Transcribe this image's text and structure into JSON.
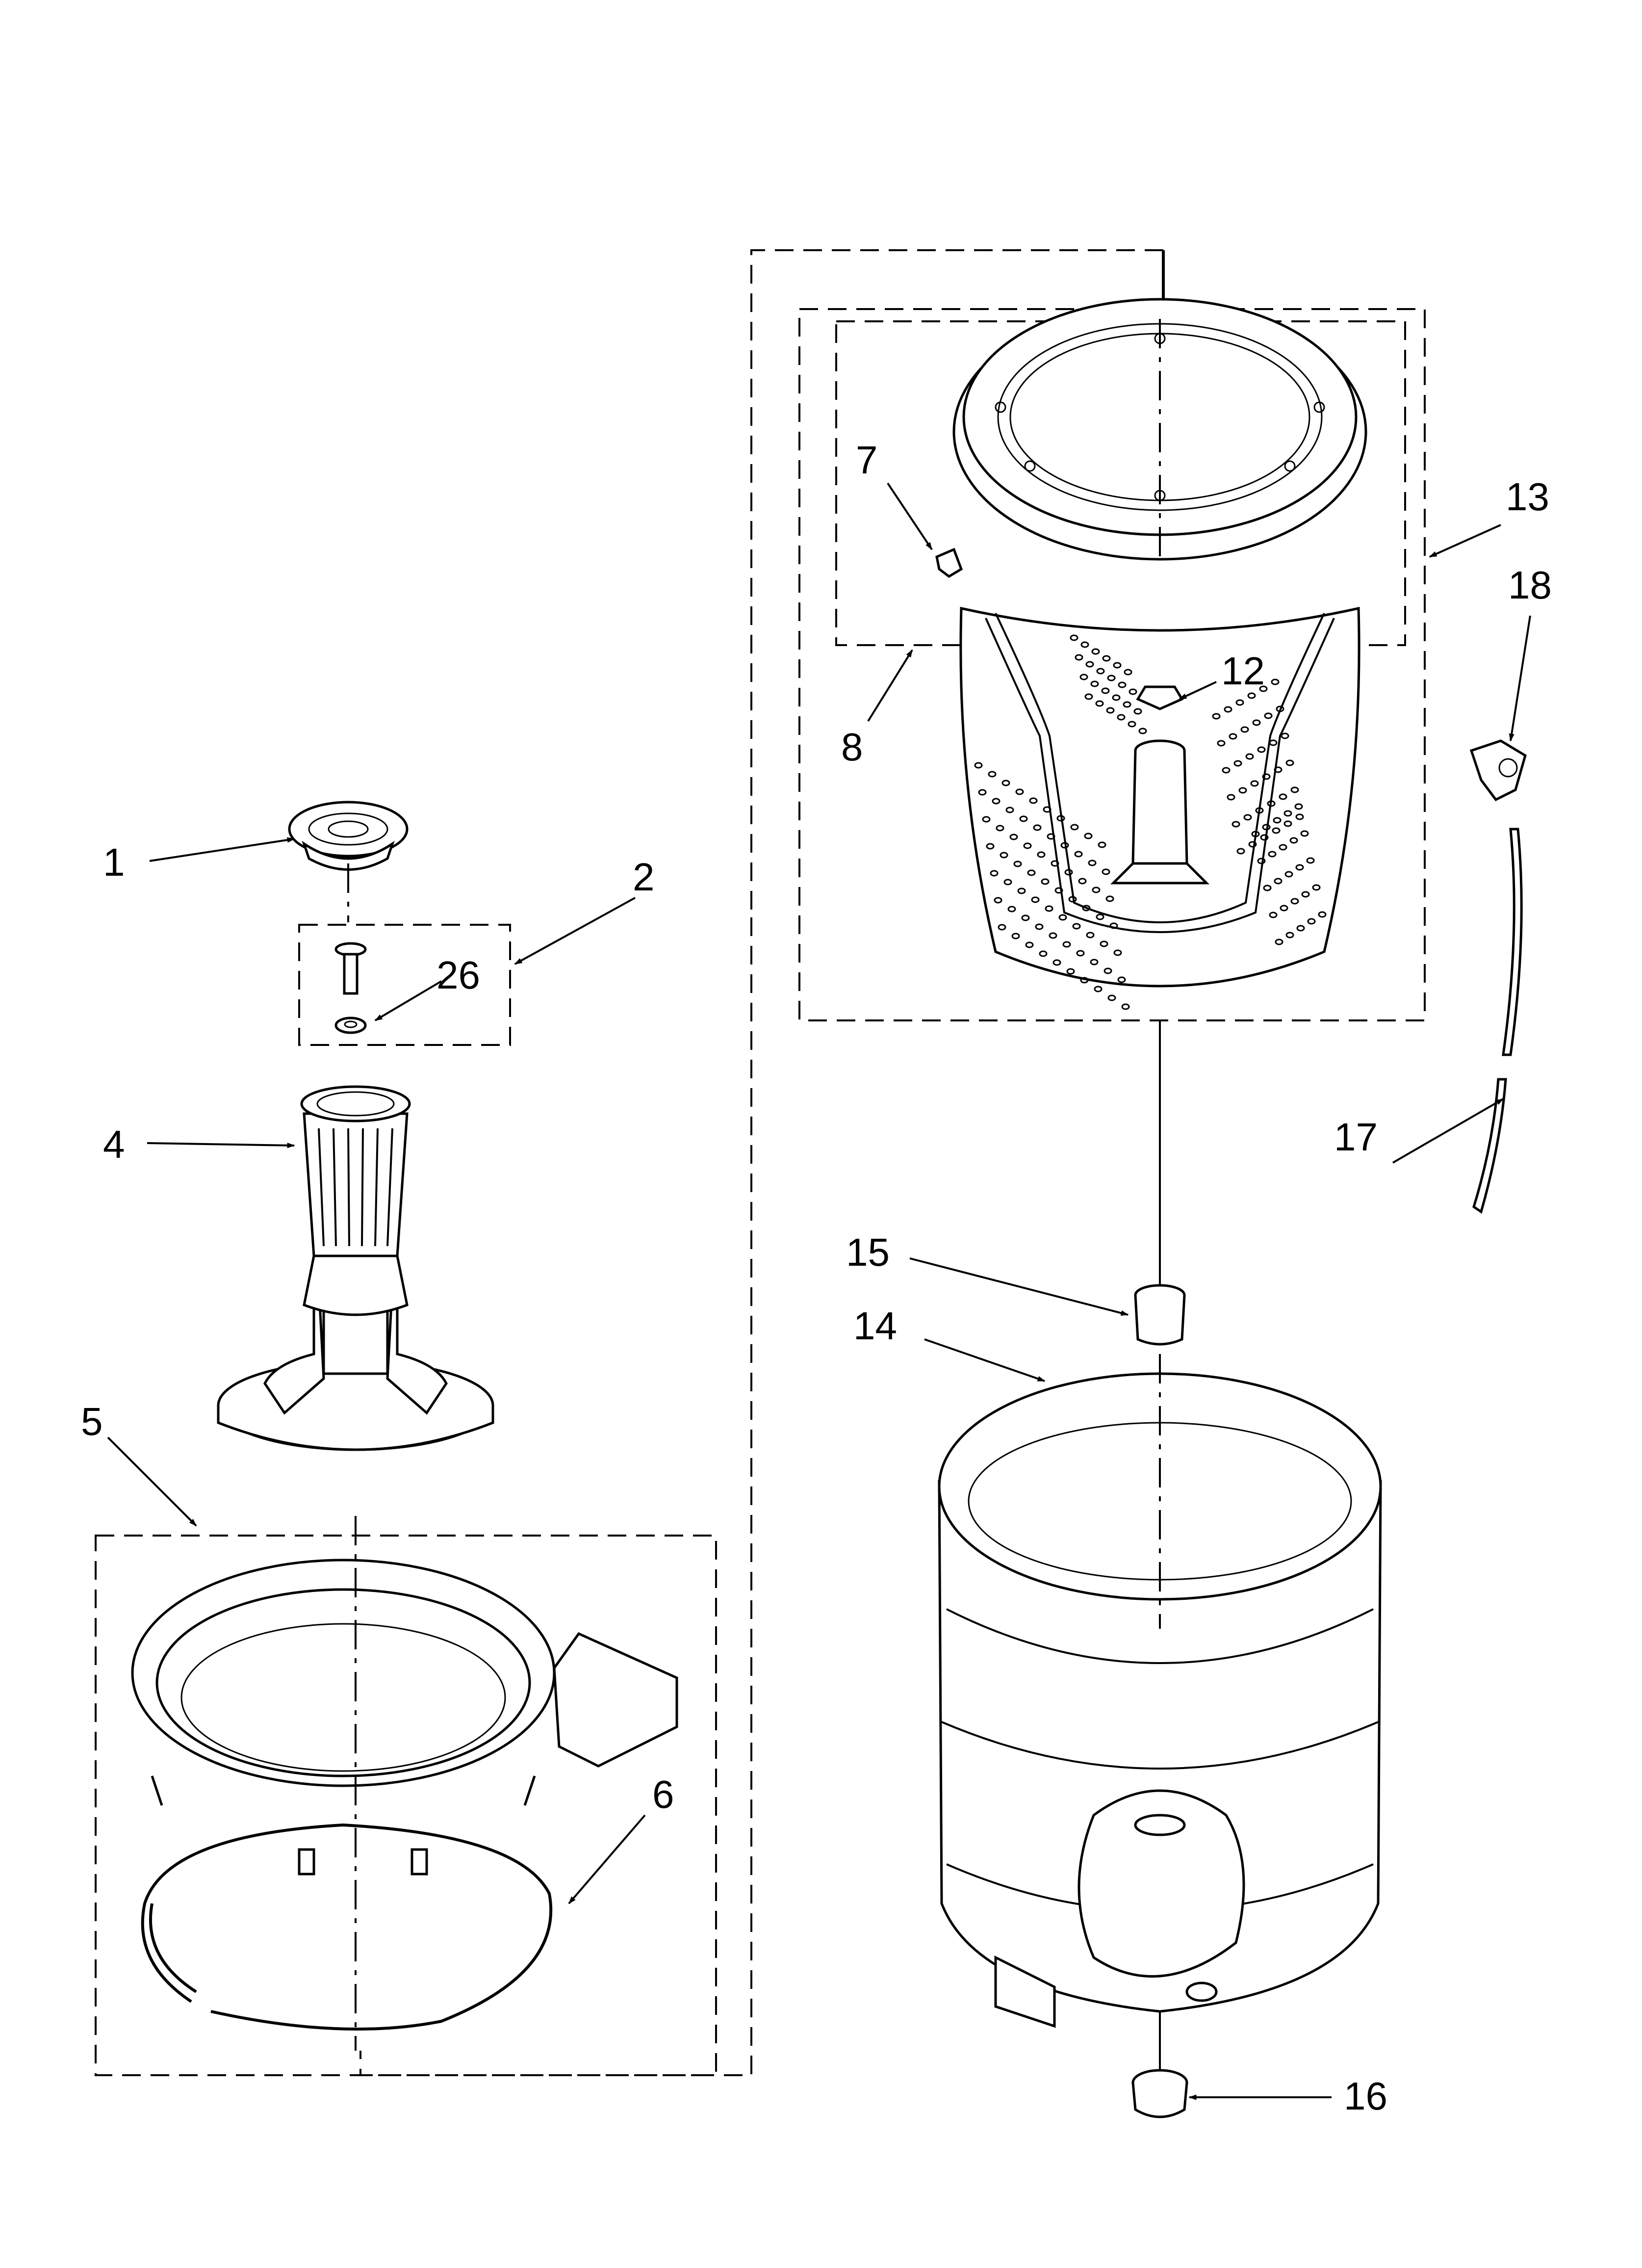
{
  "callouts": [
    {
      "id": "c1",
      "text": "1"
    },
    {
      "id": "c2",
      "text": "2"
    },
    {
      "id": "c26",
      "text": "26"
    },
    {
      "id": "c4",
      "text": "4"
    },
    {
      "id": "c5",
      "text": "5"
    },
    {
      "id": "c6",
      "text": "6"
    },
    {
      "id": "c7",
      "text": "7"
    },
    {
      "id": "c8",
      "text": "8"
    },
    {
      "id": "c12",
      "text": "12"
    },
    {
      "id": "c13",
      "text": "13"
    },
    {
      "id": "c18",
      "text": "18"
    },
    {
      "id": "c17",
      "text": "17"
    },
    {
      "id": "c15",
      "text": "15"
    },
    {
      "id": "c14",
      "text": "14"
    },
    {
      "id": "c16",
      "text": "16"
    }
  ]
}
